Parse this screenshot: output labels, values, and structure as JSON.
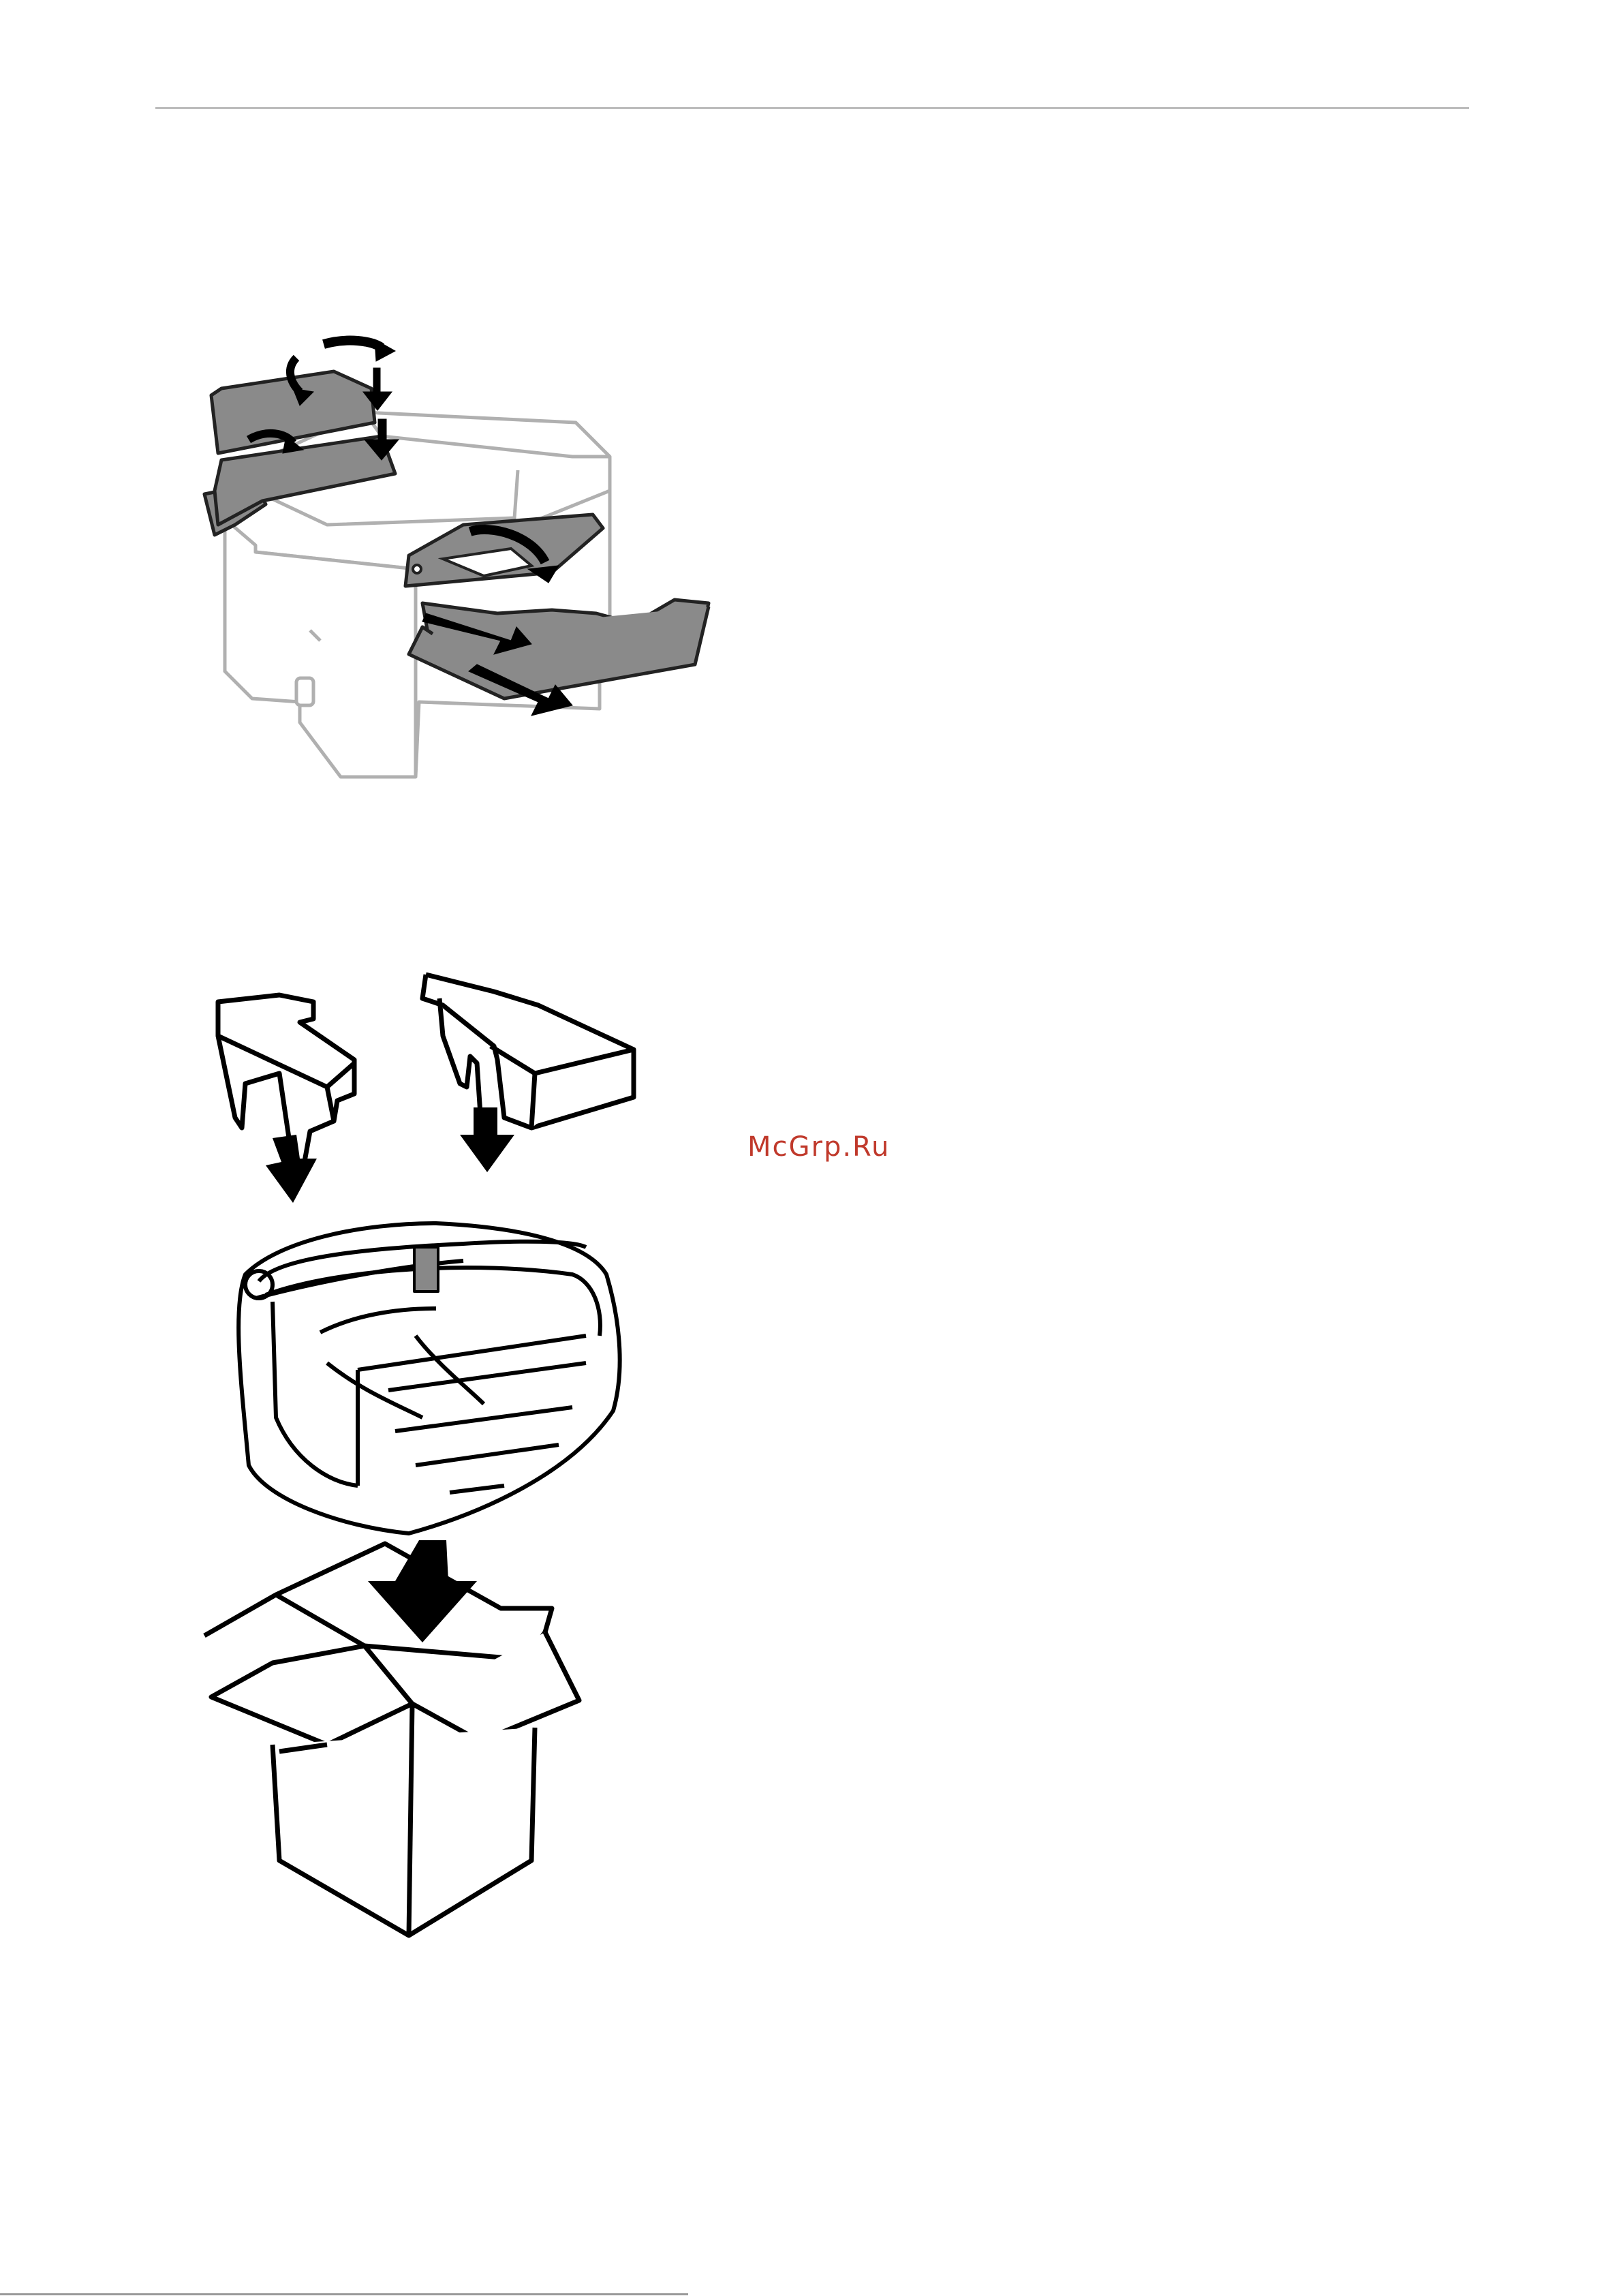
{
  "watermark": {
    "text": "McGrp.Ru",
    "color": "#c0392b"
  },
  "figures": [
    {
      "name": "printer-covers-and-trays",
      "icon": "printer-illustration"
    },
    {
      "name": "packing-printer-into-box",
      "icon": "box-packing-illustration"
    }
  ],
  "colors": {
    "rule": "#bdbdbd",
    "tray_fill": "#8a8a8a",
    "printer_outline": "#b0b0b0",
    "ink": "#000000"
  }
}
